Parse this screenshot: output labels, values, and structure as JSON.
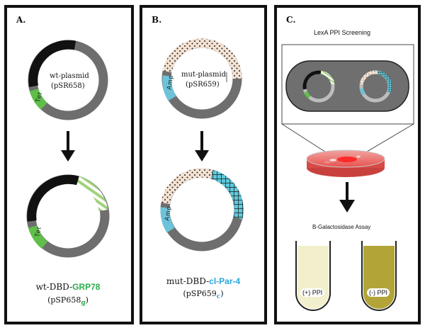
{
  "panels": {
    "A": {
      "label": "A.",
      "plasmid_name": "wt-plasmid",
      "plasmid_id": "(pSR658)",
      "segment_label": "Tet",
      "construct_prefix": "wt-DBD-",
      "construct_gene": "GRP78",
      "construct_id": "(pSP658",
      "construct_sub": "g",
      "construct_close": ")"
    },
    "B": {
      "label": "B.",
      "plasmid_name": "mut-plasmid",
      "plasmid_id": "(pSR659)",
      "segment_label": "Amp",
      "construct_prefix": "mut-DBD-",
      "construct_gene": "cl-Par-4",
      "construct_id": "(pSP659",
      "construct_sub": "c",
      "construct_close": ")"
    },
    "C": {
      "label": "C.",
      "title": "LexA PPI Screening",
      "assay_title": "B-Galactosidase Assay",
      "tube_positive": "(+) PPI",
      "tube_negative": "(-) PPI"
    }
  },
  "colors": {
    "black_segment": "#111111",
    "gray_ring": "#6e6e6e",
    "tet_green": "#5fbf4a",
    "amp_blue": "#6cc3d9",
    "grp78_green": "#2cae4c",
    "par4_blue": "#29a6dc",
    "stripe_green": "#9fd27a",
    "dotted_bg": "#f4e2d3",
    "petri_red": "#e7534f",
    "tube_positive": "#f2efcc",
    "tube_negative": "#b2a437"
  },
  "icons": [
    "down-arrow-icon",
    "petri-dish-icon",
    "test-tube-icon",
    "plasmid-ring-icon"
  ]
}
